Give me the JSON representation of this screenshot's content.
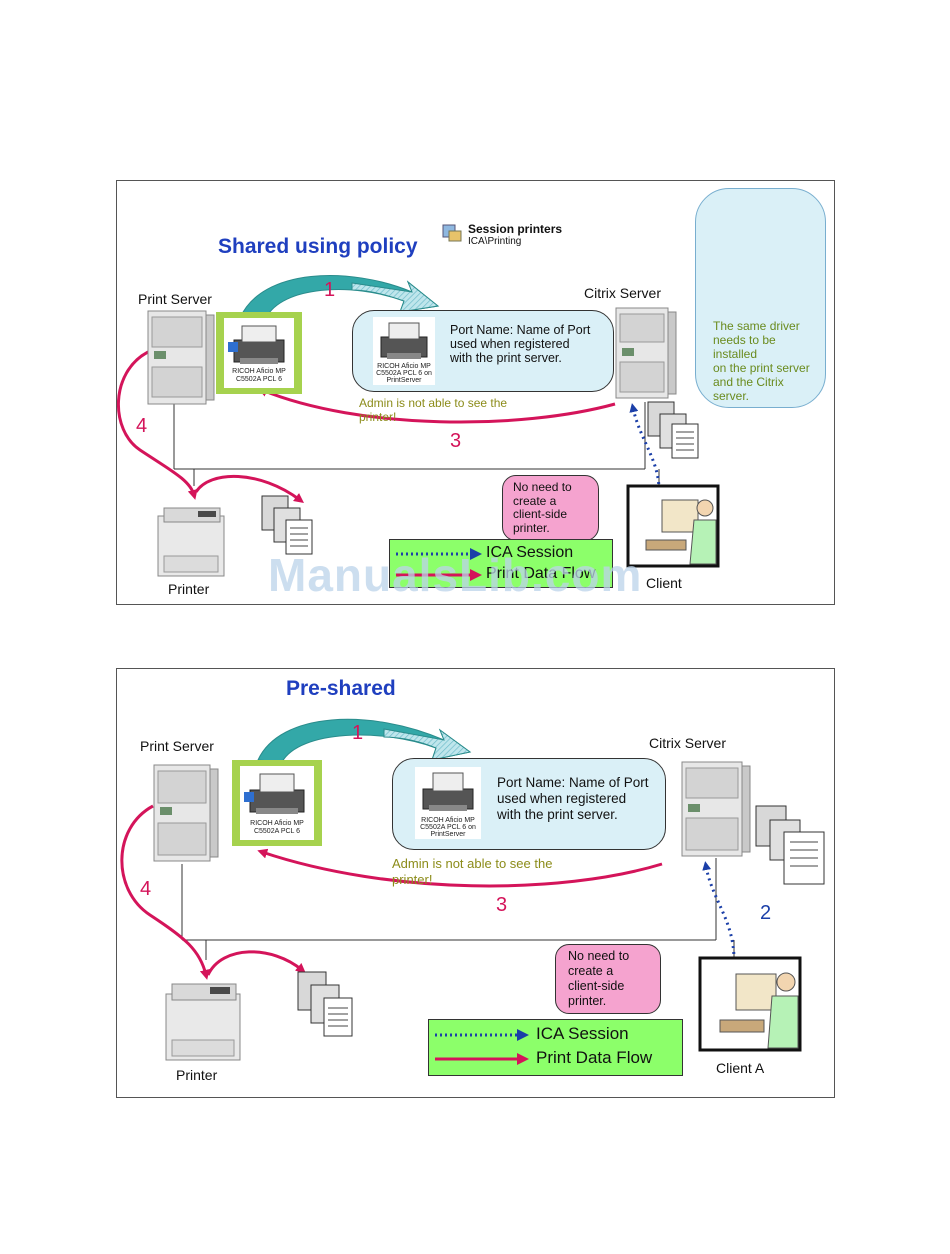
{
  "diagram1": {
    "title": "Shared using policy",
    "session": {
      "heading": "Session printers",
      "path": "ICA\\Printing"
    },
    "print_server_label": "Print Server",
    "citrix_server_label": "Citrix Server",
    "printer_label": "Printer",
    "client_label": "Client",
    "printer_card_caption": [
      "RICOH Aficio MP",
      "C5502A PCL 6"
    ],
    "port_card_caption": [
      "RICOH Aficio MP",
      "C5502A PCL 6 on",
      "PrintServer"
    ],
    "port_text": [
      "Port Name: Name of Port",
      "used when registered",
      "with the print server."
    ],
    "admin_note": [
      "Admin is not able to see the",
      "printer!"
    ],
    "client_note": [
      "No need to",
      "create a",
      "client-side",
      "printer."
    ],
    "driver_note": [
      "The same driver",
      "needs to be",
      "installed",
      "on the print server",
      "and the Citrix",
      "server."
    ],
    "steps": {
      "one": "1",
      "three": "3",
      "four": "4"
    },
    "legend": {
      "ica": "ICA Session",
      "print": "Print Data Flow"
    }
  },
  "diagram2": {
    "title": "Pre-shared",
    "print_server_label": "Print Server",
    "citrix_server_label": "Citrix Server",
    "printer_label": "Printer",
    "client_label": "Client A",
    "printer_card_caption": [
      "RICOH Aficio MP",
      "C5502A PCL 6"
    ],
    "port_card_caption": [
      "RICOH Aficio MP",
      "C5502A PCL 6 on",
      "PrintServer"
    ],
    "port_text": [
      "Port Name: Name of Port",
      "used when registered",
      "with the print server."
    ],
    "admin_note": [
      "Admin is not able to see the",
      "printer!"
    ],
    "client_note": [
      "No need to",
      "create a",
      "client-side",
      "printer."
    ],
    "steps": {
      "one": "1",
      "two": "2",
      "three": "3",
      "four": "4"
    },
    "legend": {
      "ica": "ICA Session",
      "print": "Print Data Flow"
    }
  },
  "watermark": "ManualsLib.com",
  "colors": {
    "title": "#1f3fbf",
    "print_flow": "#d4145a",
    "ica_flow": "#1b3fa8",
    "legend_bg": "#8cff6a",
    "note_pink": "#f5a3cf",
    "bubble": "#daf0f7",
    "card_green": "#a6d24e",
    "teal_arrow": "#33a8a8"
  }
}
